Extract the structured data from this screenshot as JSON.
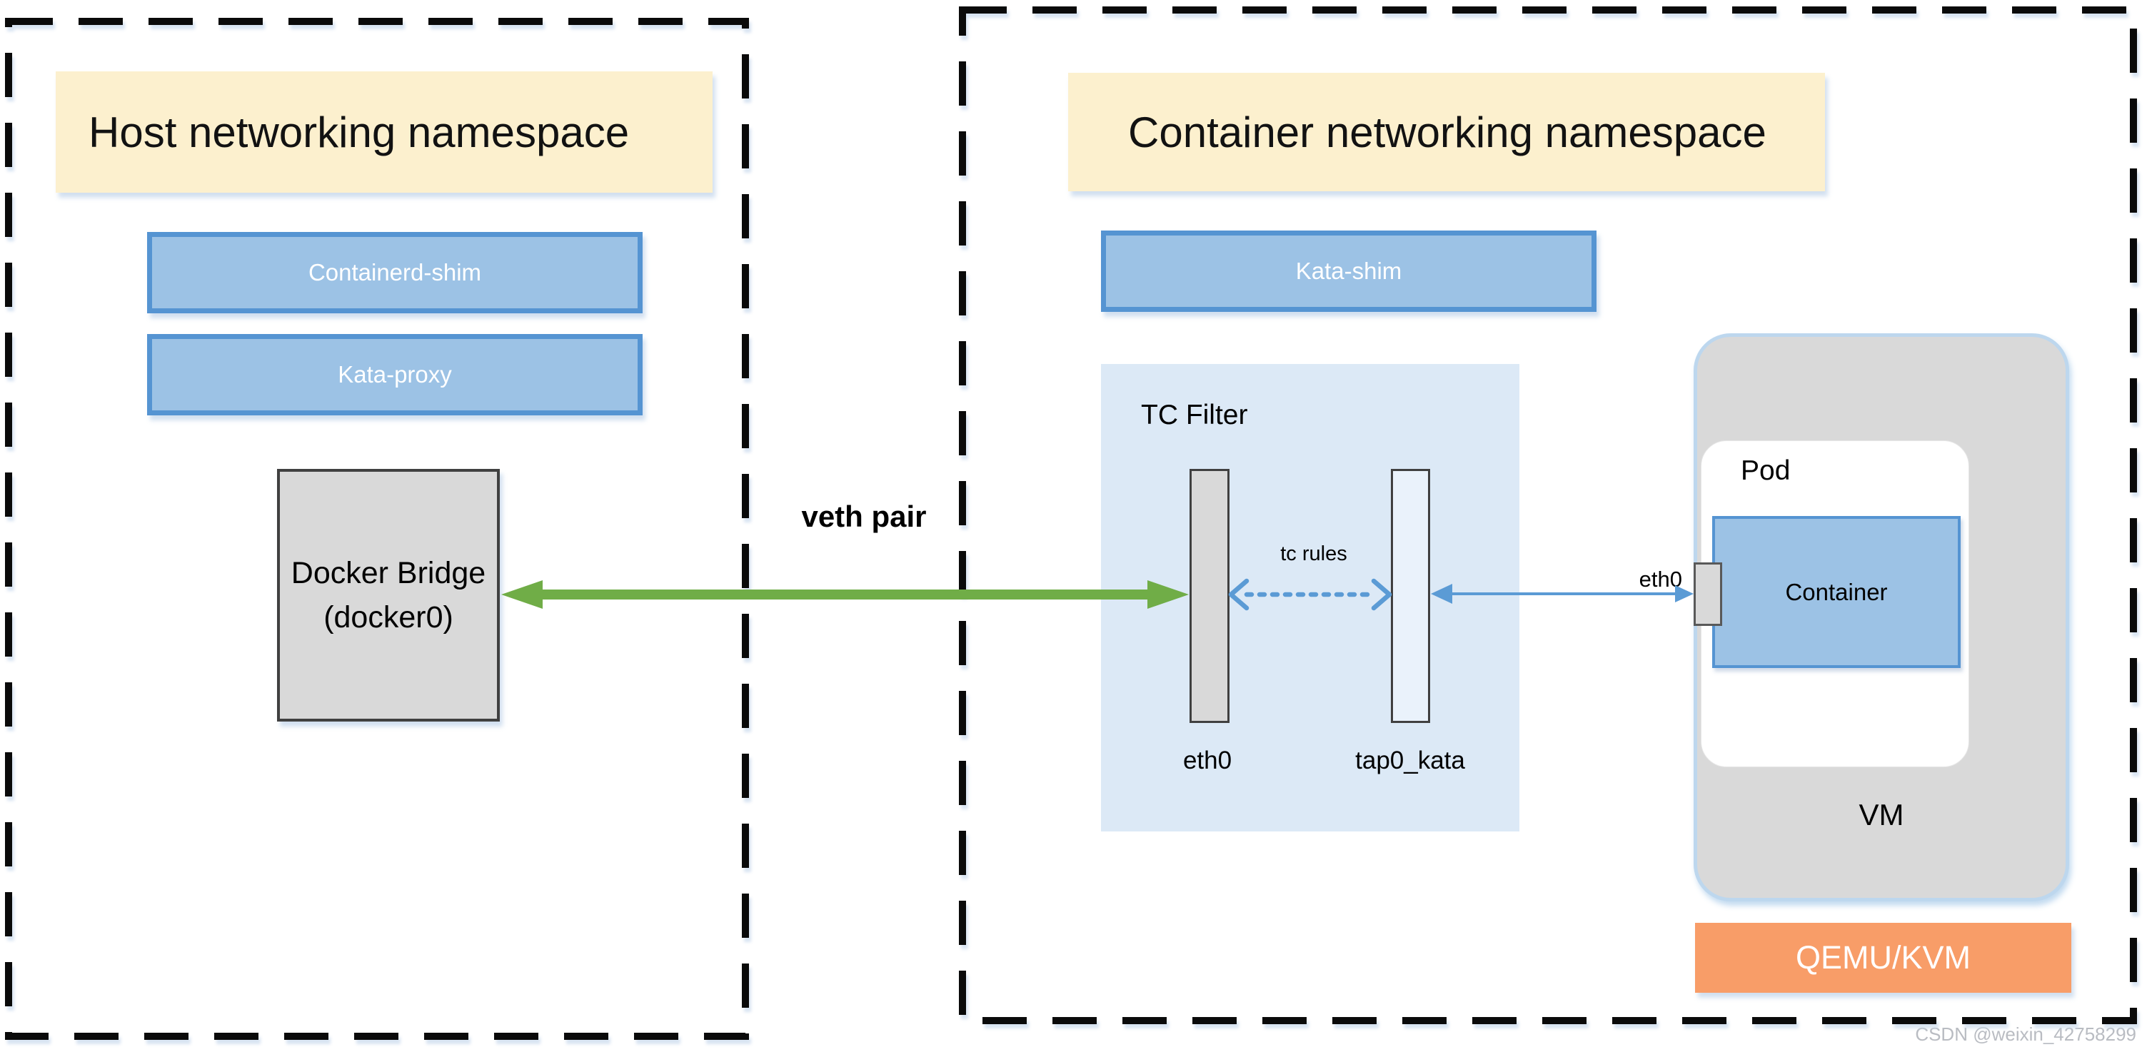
{
  "colors": {
    "yellow-fill": "#FCF0CE",
    "blue-fill": "#9CC2E5",
    "blue-border": "#5594D2",
    "gray-fill": "#D9D9D9",
    "dark-border": "#404040",
    "panel-fill": "#DCE9F6",
    "tap-fill": "#EAF2FB",
    "green": "#70AD47",
    "arrow-blue": "#5B9BD5",
    "vm-border": "#BDD7EE",
    "orange-fill": "#F89D68",
    "dash-color": "#0A0A0A",
    "watermark-gray": "#B9BCC2"
  },
  "host_namespace": {
    "title": "Host networking namespace",
    "containerd_shim": "Containerd-shim",
    "kata_proxy": "Kata-proxy",
    "docker_bridge": {
      "line1": "Docker Bridge",
      "line2": "(docker0)"
    }
  },
  "link": {
    "veth_pair": "veth pair"
  },
  "container_namespace": {
    "title": "Container networking namespace",
    "kata_shim": "Kata-shim",
    "tc_filter": {
      "title": "TC Filter",
      "rules_label": "tc rules",
      "eth0_label": "eth0",
      "tap_label": "tap0_kata"
    },
    "vm": {
      "label": "VM",
      "pod_label": "Pod",
      "container_label": "Container",
      "eth0_label": "eth0"
    },
    "qemu_kvm": "QEMU/KVM"
  },
  "watermark": "CSDN @weixin_42758299"
}
